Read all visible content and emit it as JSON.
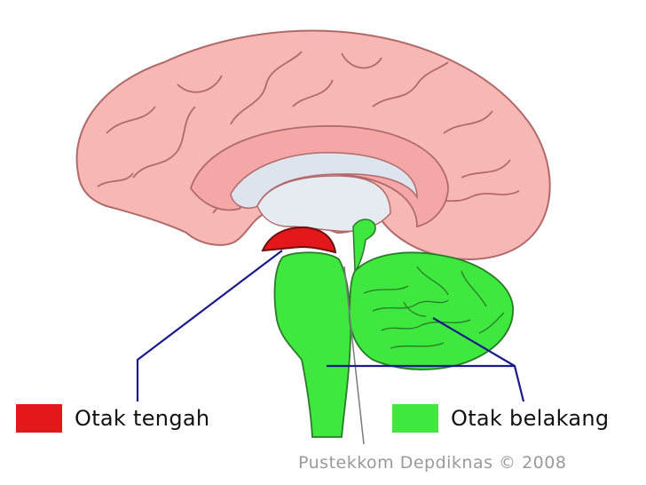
{
  "legend": {
    "midbrain": {
      "label": "Otak tengah",
      "color": "#e4171b"
    },
    "hindbrain": {
      "label": "Otak belakang",
      "color": "#3ee83e"
    }
  },
  "credit": "Pustekkom Depdiknas © 2008",
  "colors": {
    "cerebrum_fill": "#f7b7b5",
    "cerebrum_stroke": "#b06a6a",
    "ventricle": "#dde4ee",
    "leader_lines": "#1a1a8c"
  }
}
